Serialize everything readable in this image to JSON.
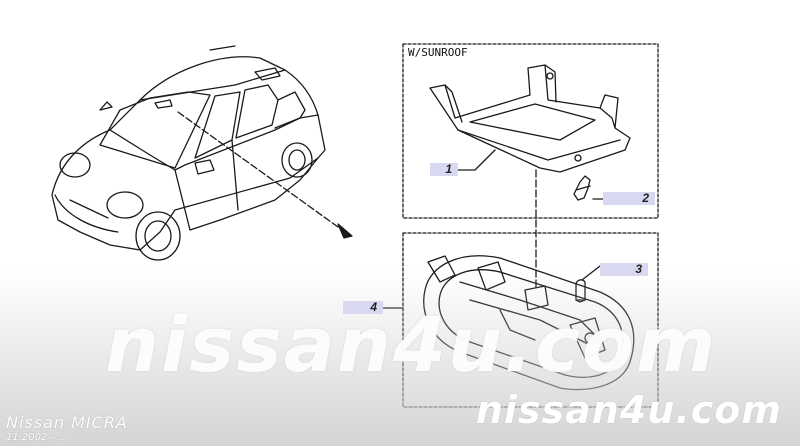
{
  "diagram": {
    "variant_label": "W/SUNROOF",
    "callouts": [
      {
        "id": "1",
        "label": "1"
      },
      {
        "id": "2",
        "label": "2"
      },
      {
        "id": "3",
        "label": "3"
      },
      {
        "id": "4",
        "label": "4"
      }
    ]
  },
  "footer": {
    "model": "Nissan MICRA",
    "date": "11.2002 – ...",
    "watermark_main": "nissan4u.com",
    "watermark_corner": "nissan4u.com"
  },
  "colors": {
    "line": "#1a1a1a",
    "callout_bg": "#d8d8f0"
  }
}
